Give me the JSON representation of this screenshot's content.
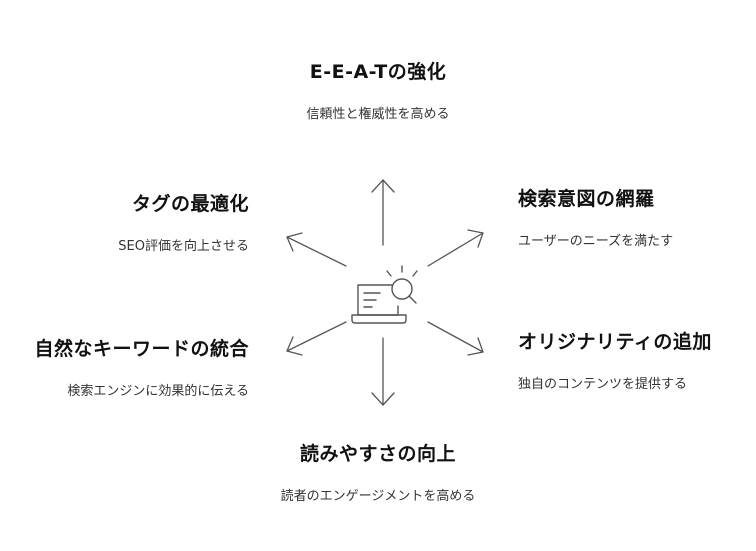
{
  "nodes": {
    "top": {
      "title": "E-E-A-Tの強化",
      "desc": "信頼性と権威性を高める"
    },
    "top_left": {
      "title": "タグの最適化",
      "desc": "SEO評価を向上させる"
    },
    "top_right": {
      "title": "検索意図の網羅",
      "desc": "ユーザーのニーズを満たす"
    },
    "bottom_left": {
      "title": "自然なキーワードの統合",
      "desc": "検索エンジンに効果的に伝える"
    },
    "bottom_right": {
      "title": "オリジナリティの追加",
      "desc": "独自のコンテンツを提供する"
    },
    "bottom": {
      "title": "読みやすさの向上",
      "desc": "読者のエンゲージメントを高める"
    }
  },
  "center_icon": "laptop-search-icon",
  "colors": {
    "line": "#555555",
    "text": "#111111"
  }
}
